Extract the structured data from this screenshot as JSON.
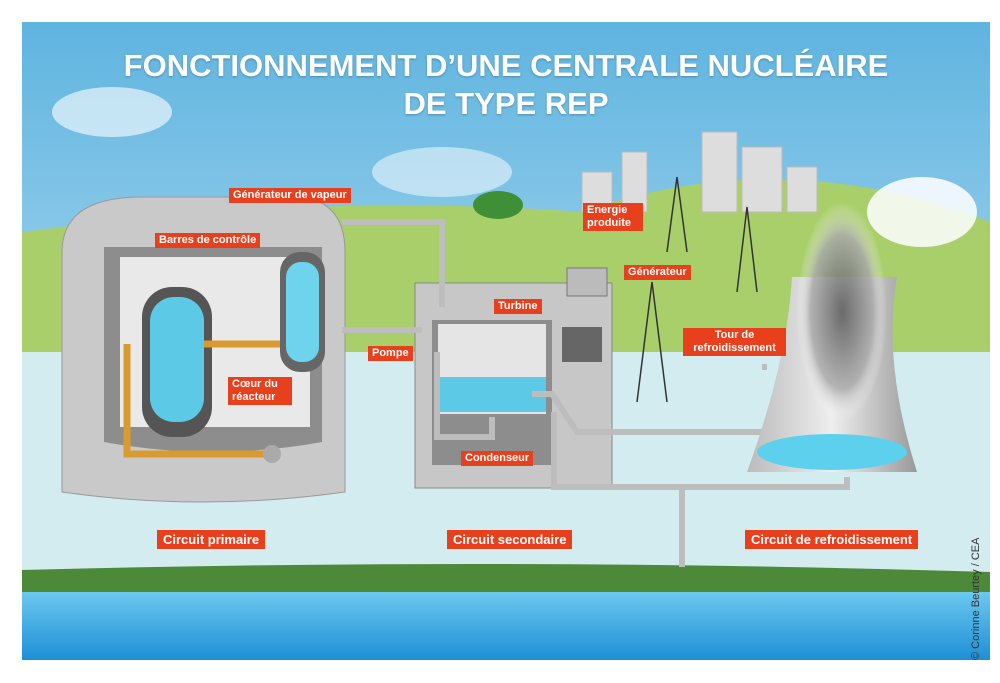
{
  "title": {
    "line1": "FONCTIONNEMENT D’UNE CENTRALE NUCLÉAIRE",
    "line2": "DE TYPE REP"
  },
  "labels": {
    "steam_generator": "Générateur de vapeur",
    "control_rods": "Barres de contrôle",
    "core": "Cœur du réacteur",
    "pump": "Pompe",
    "turbine": "Turbine",
    "condenser": "Condenseur",
    "energy": "Energie produite",
    "generator": "Générateur",
    "cooling_tower": "Tour de refroidissement"
  },
  "circuits": {
    "primary": "Circuit primaire",
    "secondary": "Circuit secondaire",
    "cooling": "Circuit de refroidissement"
  },
  "credit": "© Corinne Beurtey / CEA"
}
